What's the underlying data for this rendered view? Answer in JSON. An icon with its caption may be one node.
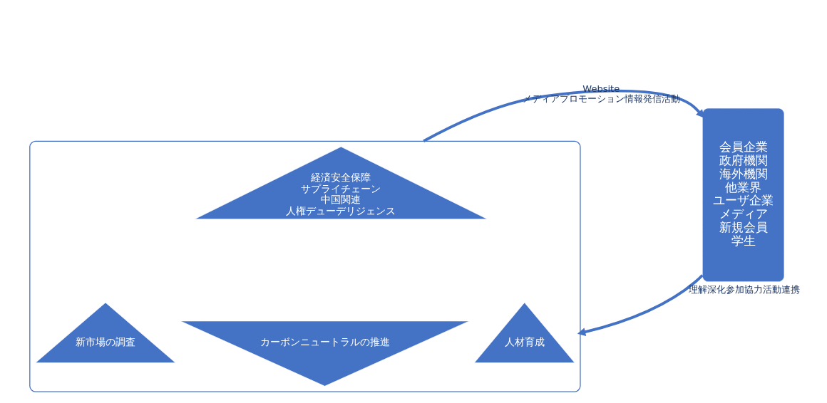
{
  "diagram": {
    "nodes": [
      {
        "text": [],
        "shape": "triangle"
      },
      {
        "text": [
          "経済安全保障",
          "サプライチェーン",
          "中国関連",
          "人権デューデリジェンス"
        ],
        "in": 0
      },
      {
        "text": [
          "新市場の調査"
        ],
        "in": 0
      },
      {
        "text": [
          "カーボンニュートラルの推進"
        ],
        "in": 0
      },
      {
        "text": [
          "人材育成"
        ],
        "in": 0
      },
      {
        "text": [
          "会員企業",
          "政府機関",
          "海外機関",
          "他業界",
          "ユーザ企業",
          "メディア",
          "新規会員",
          "学生"
        ]
      }
    ],
    "edges": [
      {
        "from": 0,
        "to": 5,
        "arrow": "to",
        "label": "Website メディアプロモーション情報発信活動"
      },
      {
        "from": 5,
        "to": 0,
        "arrow": "to",
        "label": "理解深化参加協力活動連携"
      }
    ]
  }
}
